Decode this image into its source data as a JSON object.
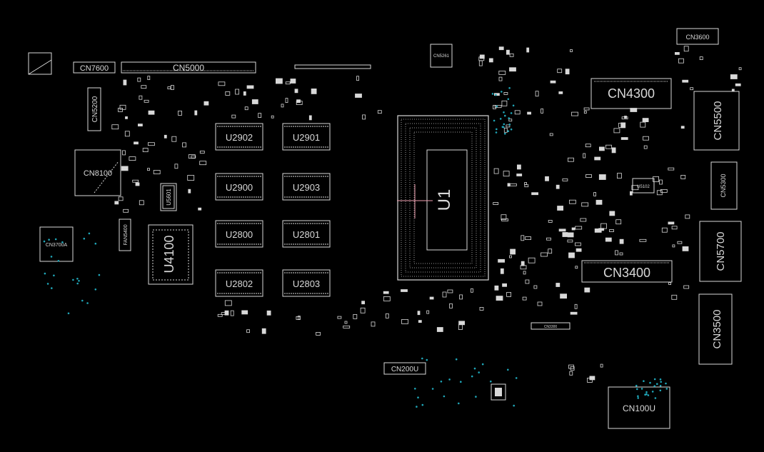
{
  "theme": {
    "background": "#000000",
    "outline": "#d8d8d8",
    "testpoint": "#1fa6b8",
    "accent": "#f0a0b0"
  },
  "components": {
    "cn7600": "CN7600",
    "cn5000": "CN5000",
    "cn5200": "CN5200",
    "cn5261": "CN5261",
    "cn3600": "CN3600",
    "cn4300": "CN4300",
    "cn5500": "CN5500",
    "cn8100": "CN8100",
    "u5601": "U5601",
    "u2902": "U2902",
    "u2901": "U2901",
    "u2900": "U2900",
    "u2903": "U2903",
    "u2800": "U2800",
    "u2801": "U2801",
    "u2802": "U2802",
    "u2803": "U2803",
    "u1": "U1",
    "u5102": "U5102",
    "cn5300": "CN5300",
    "cn3700a": "CN3700A",
    "fan5400": "FAN5400",
    "u4100": "U4100",
    "cn5700": "CN5700",
    "cn3400": "CN3400",
    "cn3500": "CN3500",
    "cn3300": "CN3300",
    "cn200u": "CN200U",
    "cn100u": "CN100U"
  }
}
